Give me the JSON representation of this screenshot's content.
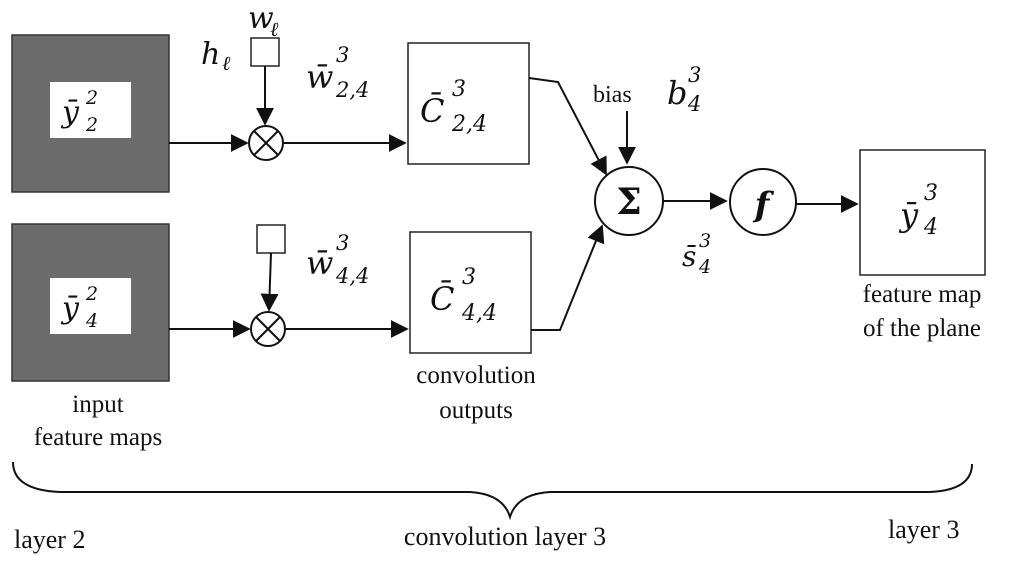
{
  "input_maps": {
    "top": {
      "base": "ȳ",
      "sup": "2",
      "sub": "2"
    },
    "bottom": {
      "base": "ȳ",
      "sup": "2",
      "sub": "4"
    },
    "caption_line1": "input",
    "caption_line2": "feature maps"
  },
  "kernel": {
    "width_label": "w",
    "width_sub": "ℓ",
    "height_label": "h",
    "height_sub": "ℓ"
  },
  "weights": {
    "top": {
      "base": "w̄",
      "sup": "3",
      "sub": "2,4"
    },
    "bottom": {
      "base": "w̄",
      "sup": "3",
      "sub": "4,4"
    }
  },
  "conv_outputs": {
    "top": {
      "base": "C̄",
      "sup": "3",
      "sub": "2,4"
    },
    "bottom": {
      "base": "C̄",
      "sup": "3",
      "sub": "4,4"
    },
    "caption_line1": "convolution",
    "caption_line2": "outputs"
  },
  "bias": {
    "label": "bias",
    "symbol_base": "b",
    "symbol_sup": "3",
    "symbol_sub": "4"
  },
  "sum": {
    "symbol": "Σ",
    "out_base": "s̄",
    "out_sup": "3",
    "out_sub": "4"
  },
  "activation": {
    "symbol": "f"
  },
  "output_map": {
    "base": "ȳ",
    "sup": "3",
    "sub": "4",
    "caption_line1": "feature map",
    "caption_line2": "of the plane"
  },
  "layers": {
    "left": "layer 2",
    "middle": "convolution layer 3",
    "right": "layer 3"
  }
}
